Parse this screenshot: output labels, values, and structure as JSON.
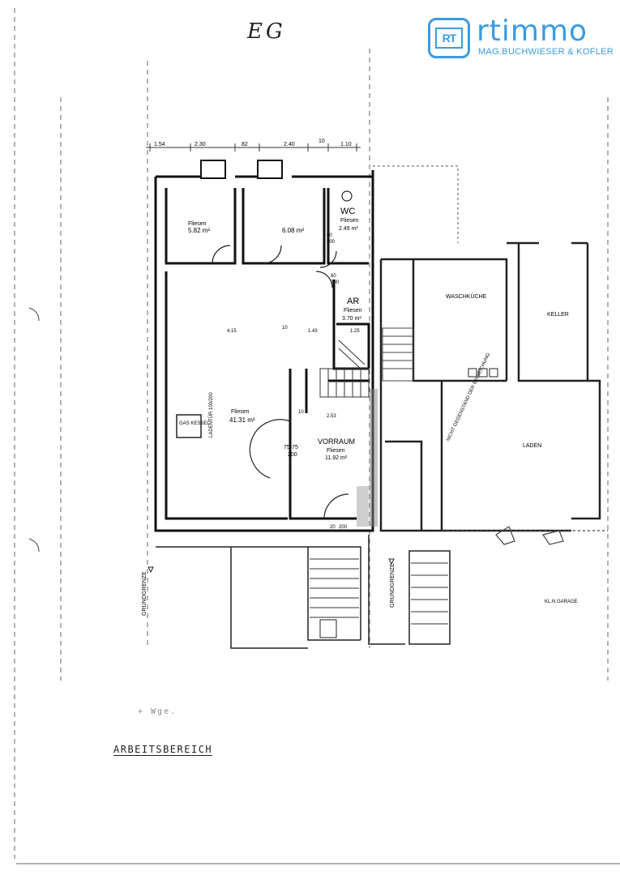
{
  "floor_label": "EG",
  "logo": {
    "mark": "RT",
    "name": "rtimmo",
    "subtitle": "MAG.BUCHWIESER & KOFLER",
    "color": "#3b9be0"
  },
  "dimensions_top": [
    "1.54",
    "2.30",
    "82",
    "2.40",
    "10",
    "1.10"
  ],
  "rooms": {
    "room_left": {
      "finish": "Fliesen",
      "area": "5.82 m²"
    },
    "room_mid": {
      "area": "6.08 m²"
    },
    "wc": {
      "name": "WC",
      "finish": "Fliesen",
      "area": "2.49 m²"
    },
    "ar": {
      "name": "AR",
      "finish": "Fliesen",
      "area": "3.70 m²"
    },
    "main": {
      "finish": "Fliesen",
      "area": "41.31 m²"
    },
    "vorraum": {
      "name": "VORRAUM",
      "finish": "Fliesen",
      "area": "11.92 m²"
    },
    "waschkueche": {
      "name": "WASCHKÜCHE"
    },
    "keller": {
      "name": "KELLER"
    },
    "laden": {
      "name": "LADEN"
    },
    "garage": {
      "name": "KL.N GARAGE"
    }
  },
  "fixtures": {
    "gas_kessel": "GAS KESSEL",
    "laden_tuer": "LADENTÜR 100/200",
    "door_75": "75-75",
    "door_200": "200"
  },
  "dims_inner": [
    "4.15",
    "10",
    "1.43",
    "1.25",
    "2.53",
    "10",
    "80",
    "200",
    "80",
    "200",
    "20",
    "200"
  ],
  "labels": {
    "grundgrenze_left": "GRUNDGRENZE",
    "grundgrenze_mid": "GRUNDGRENZE",
    "nicht_gegenstand": "NICHT GEGENSTAND DER EINREICHUNG"
  },
  "footer": {
    "note": "+ Wge.",
    "arbeitsbereich": "ARBEITSBEREICH"
  }
}
